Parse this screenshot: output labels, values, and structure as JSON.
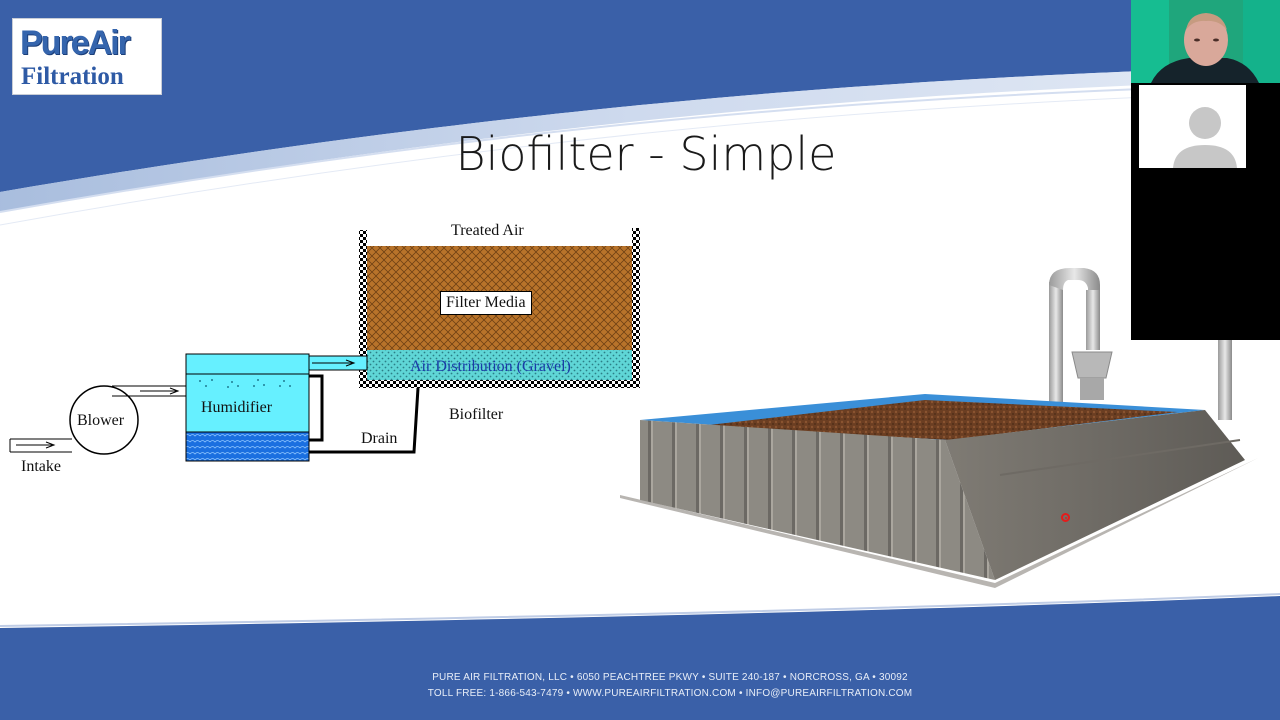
{
  "slide": {
    "logo": {
      "line1": "PureAir",
      "line2": "Filtration"
    },
    "title": "Biofilter - Simple",
    "diagram": {
      "treated_air": "Treated Air",
      "filter_media": "Filter Media",
      "air_distribution": "Air Distribution (Gravel)",
      "biofilter": "Biofilter",
      "drain": "Drain",
      "humidifier": "Humidifier",
      "blower": "Blower",
      "intake": "Intake"
    },
    "footer": {
      "line1": "PURE AIR FILTRATION, LLC • 6050 PEACHTREE PKWY • SUITE 240-187 • NORCROSS, GA • 30092",
      "line2": "TOLL FREE: 1-866-543-7479 • WWW.PUREAIRFILTRATION.COM • INFO@PUREAIRFILTRATION.COM"
    },
    "colors": {
      "brand_blue": "#3a60a8",
      "media_brown": "#b8732a",
      "gravel_cyan": "#5fd6d6",
      "water_blue": "#1a6fe0",
      "humidifier_cyan": "#66f0ff"
    }
  },
  "video_panel": {
    "tiles": [
      {
        "type": "camera",
        "icon": "presenter-video"
      },
      {
        "type": "avatar",
        "icon": "user-avatar-icon"
      },
      {
        "type": "blank"
      },
      {
        "type": "blank"
      }
    ]
  }
}
